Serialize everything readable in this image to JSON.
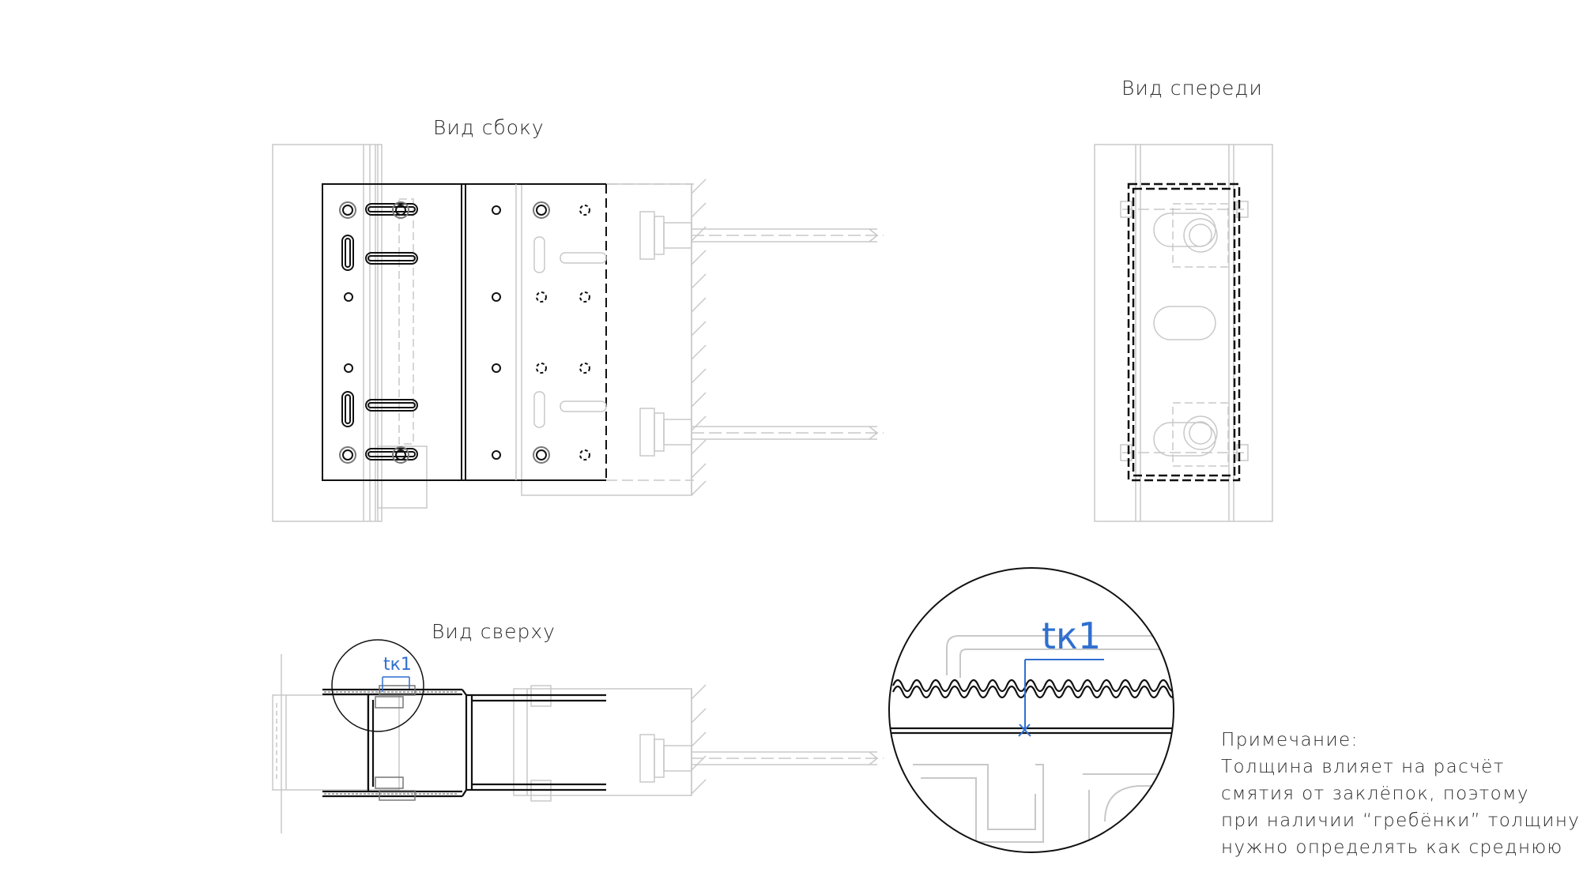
{
  "views": {
    "side_title": "Вид сбоку",
    "front_title": "Вид спереди",
    "top_title": "Вид сверху"
  },
  "callout": {
    "label_small": "tк1",
    "label_large": "tк1"
  },
  "note": {
    "heading": "Примечание:",
    "lines": [
      "Толщина влияет на расчёт",
      "смятия от заклёпок, поэтому",
      "при наличии “гребёнки” толщину",
      "нужно определять как среднюю"
    ]
  },
  "colors": {
    "line": "#111111",
    "ghost": "#c8c8c8",
    "accent": "#2f6fd0"
  }
}
